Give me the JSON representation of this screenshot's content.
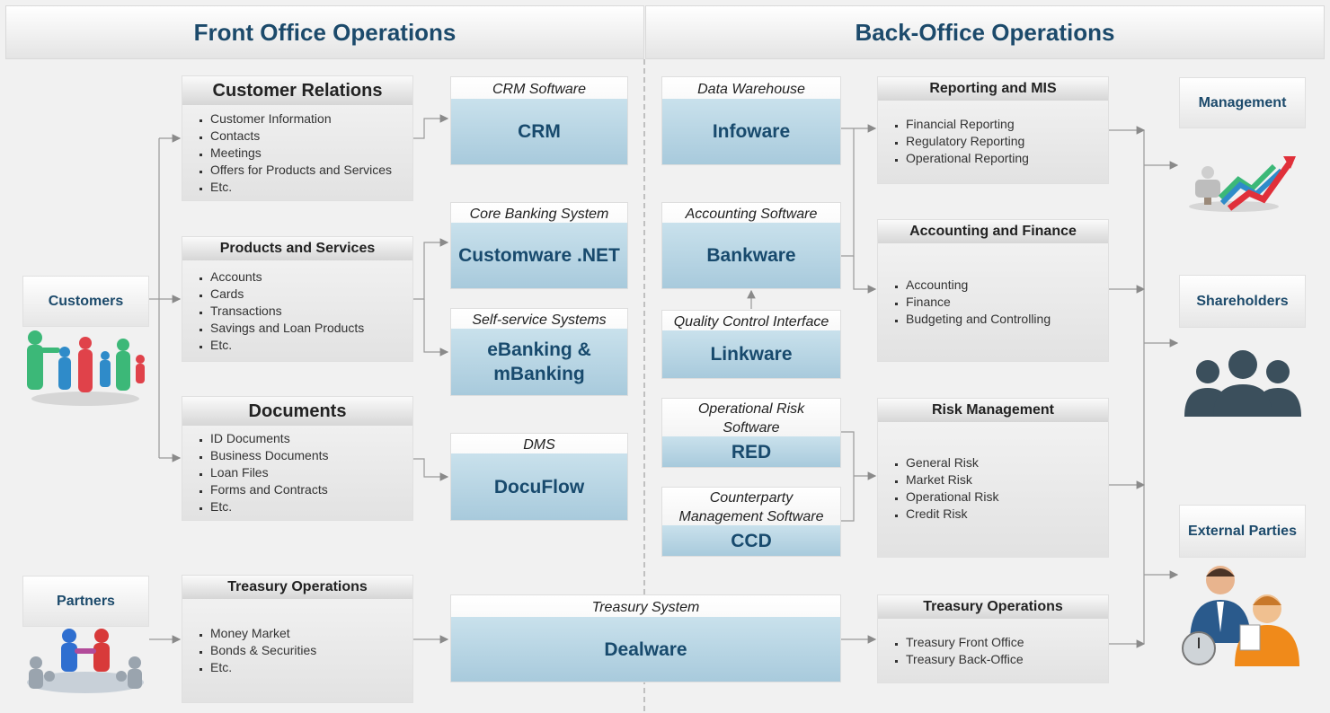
{
  "headers": {
    "front": "Front Office Operations",
    "back": "Back-Office Operations"
  },
  "actors": {
    "customers": "Customers",
    "partners": "Partners"
  },
  "front_panels": {
    "customer_relations": {
      "title": "Customer Relations",
      "items": [
        "Customer Information",
        "Contacts",
        "Meetings",
        "Offers for Products and Services",
        "Etc."
      ]
    },
    "products_services": {
      "title": "Products and Services",
      "items": [
        "Accounts",
        "Cards",
        "Transactions",
        "Savings and Loan Products",
        "Etc."
      ]
    },
    "documents": {
      "title": "Documents",
      "items": [
        "ID Documents",
        "Business Documents",
        "Loan Files",
        "Forms and Contracts",
        "Etc."
      ]
    },
    "treasury": {
      "title": "Treasury Operations",
      "items": [
        "Money Market",
        "Bonds & Securities",
        "Etc."
      ]
    }
  },
  "systems": {
    "crm": {
      "caption": "CRM Software",
      "name": "CRM"
    },
    "core": {
      "caption": "Core Banking System",
      "name": "Customware .NET"
    },
    "self": {
      "caption": "Self-service Systems",
      "name": "eBanking & mBanking"
    },
    "dms": {
      "caption": "DMS",
      "name": "DocuFlow"
    },
    "dw": {
      "caption": "Data Warehouse",
      "name": "Infoware"
    },
    "acc": {
      "caption": "Accounting Software",
      "name": "Bankware"
    },
    "qci": {
      "caption": "Quality Control Interface",
      "name": "Linkware"
    },
    "ors": {
      "caption": "Operational Risk Software",
      "name": "RED"
    },
    "cms": {
      "caption": "Counterparty Management Software",
      "name": "CCD"
    },
    "treasury": {
      "caption": "Treasury System",
      "name": "Dealware"
    }
  },
  "back_panels": {
    "reporting": {
      "title": "Reporting and MIS",
      "items": [
        "Financial Reporting",
        "Regulatory Reporting",
        "Operational Reporting"
      ]
    },
    "accounting": {
      "title": "Accounting and Finance",
      "items": [
        "Accounting",
        "Finance",
        "Budgeting and Controlling"
      ]
    },
    "risk": {
      "title": "Risk Management",
      "items": [
        "General Risk",
        "Market Risk",
        "Operational Risk",
        "Credit Risk"
      ]
    },
    "treasury": {
      "title": "Treasury Operations",
      "items": [
        "Treasury Front Office",
        "Treasury Back-Office"
      ]
    }
  },
  "stakeholders": {
    "management": "Management",
    "shareholders": "Shareholders",
    "external": "External Parties"
  },
  "colors": {
    "title_blue": "#1c4a6b",
    "system_blue": "#a8cadc",
    "arrow_grey": "#8a8a8a"
  }
}
